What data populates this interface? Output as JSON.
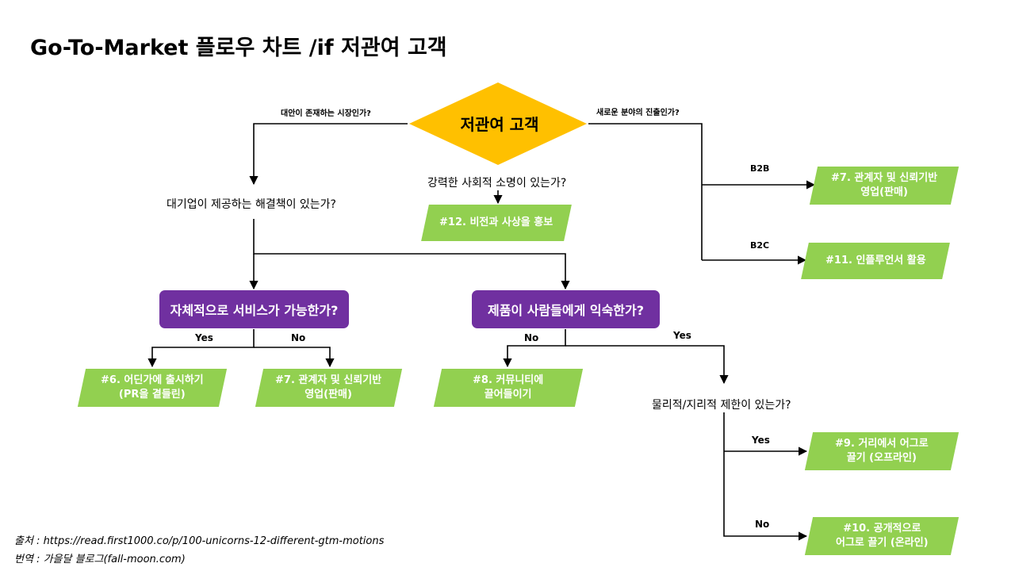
{
  "title": "Go-To-Market 플로우 차트 /if 저관여 고객",
  "root": {
    "label": "저관여 고객"
  },
  "edge_labels": {
    "left": "대안이 존재하는 시장인가?",
    "right": "새로운 분야의 진출인가?",
    "b2b": "B2B",
    "b2c": "B2C",
    "self_yes": "Yes",
    "self_no": "No",
    "fam_no": "No",
    "fam_yes": "Yes",
    "phys_yes": "Yes",
    "phys_no": "No"
  },
  "questions": {
    "bigcorp": "대기업이 제공하는 해결책이 있는가?",
    "mission": "강력한 사회적 소명이 있는가?",
    "physical": "물리적/지리적 제한이 있는가?"
  },
  "decisions": {
    "self_service": "자체적으로 서비스가 가능한가?",
    "familiar": "제품이 사람들에게 익숙한가?"
  },
  "outcomes": {
    "o7_right": "#7. 관계자 및 신뢰기반\n영업(판매)",
    "o11": "#11. 인플루언서 활용",
    "o12": "#12. 비전과 사상을 홍보",
    "o6": "#6. 어딘가에 출시하기\n(PR을 곁들린)",
    "o7_left": "#7. 관계자 및 신뢰기반\n영업(판매)",
    "o8": "#8. 커뮤니티에\n끌어들이기",
    "o9": "#9. 거리에서 어그로\n끌기 (오프라인)",
    "o10": "#10. 공개적으로\n어그로 끌기 (온라인)"
  },
  "source": {
    "line1": "출처 : https://read.first1000.co/p/100-unicorns-12-different-gtm-motions",
    "line2": "번역 : 가을달 블로그(fall-moon.com)"
  },
  "colors": {
    "diamond": "#ffc000",
    "decision": "#7030a0",
    "outcome": "#92d050",
    "edge": "#000000"
  }
}
